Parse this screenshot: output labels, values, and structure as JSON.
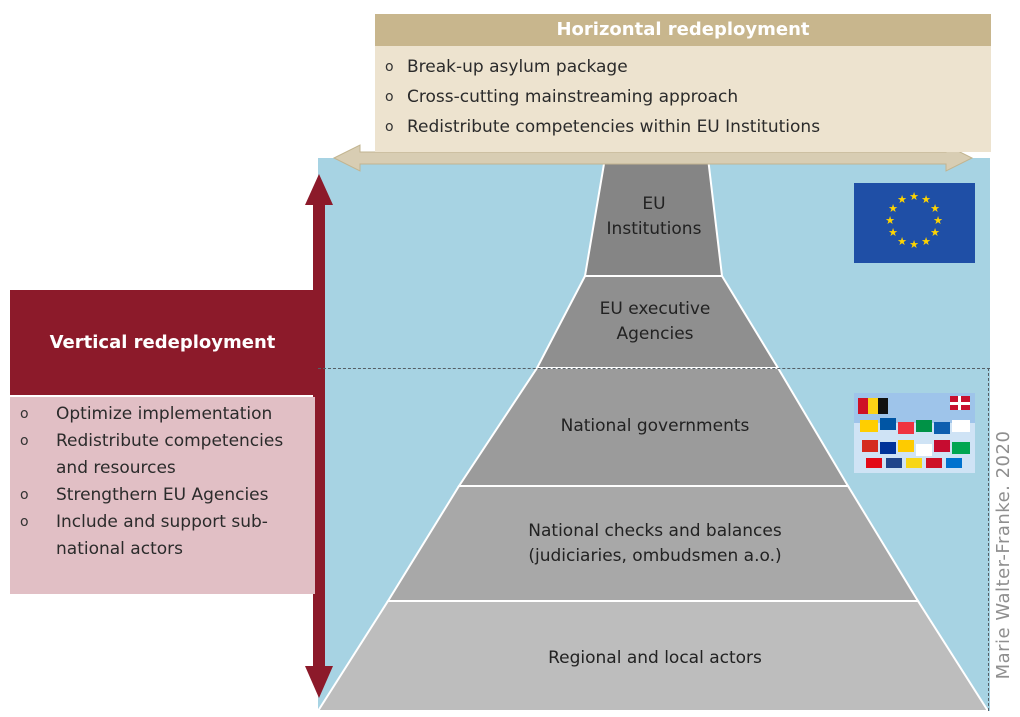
{
  "horizontal": {
    "title": "Horizontal redeployment",
    "items": [
      "Break-up asylum package",
      "Cross-cutting mainstreaming approach",
      "Redistribute competencies within EU Institutions"
    ]
  },
  "vertical": {
    "title": "Vertical redeployment",
    "items": [
      "Optimize implementation",
      "Redistribute competencies",
      "and resources",
      "Strengthern EU Agencies",
      "Include and support sub-",
      "national actors"
    ]
  },
  "bullet_glyph": "o",
  "pyramid": {
    "levels": [
      {
        "line1": "EU",
        "line2": "Institutions",
        "color": "#858585"
      },
      {
        "line1": "EU executive",
        "line2": "Agencies",
        "color": "#8f8f8f"
      },
      {
        "line1": "National governments",
        "line2": "",
        "color": "#9b9b9b"
      },
      {
        "line1": "National checks and balances",
        "line2": "(judiciaries, ombudsmen a.o.)",
        "color": "#a8a8a8"
      },
      {
        "line1": "Regional and local actors",
        "line2": "",
        "color": "#bdbdbd"
      }
    ]
  },
  "icons": {
    "eu_flag": "eu-flag-icon",
    "national_flags": "national-flags-icon"
  },
  "colors": {
    "horizontal_header": "#c8b68d",
    "horizontal_body": "#ede3cf",
    "vertical_header": "#8c1a2a",
    "vertical_body": "#e1bfc5",
    "background": "#a7d3e3",
    "arrow_vertical": "#8c1a2a",
    "arrow_horizontal": "#d8cdb3"
  },
  "credit": "Marie Walter-Franke. 2020"
}
